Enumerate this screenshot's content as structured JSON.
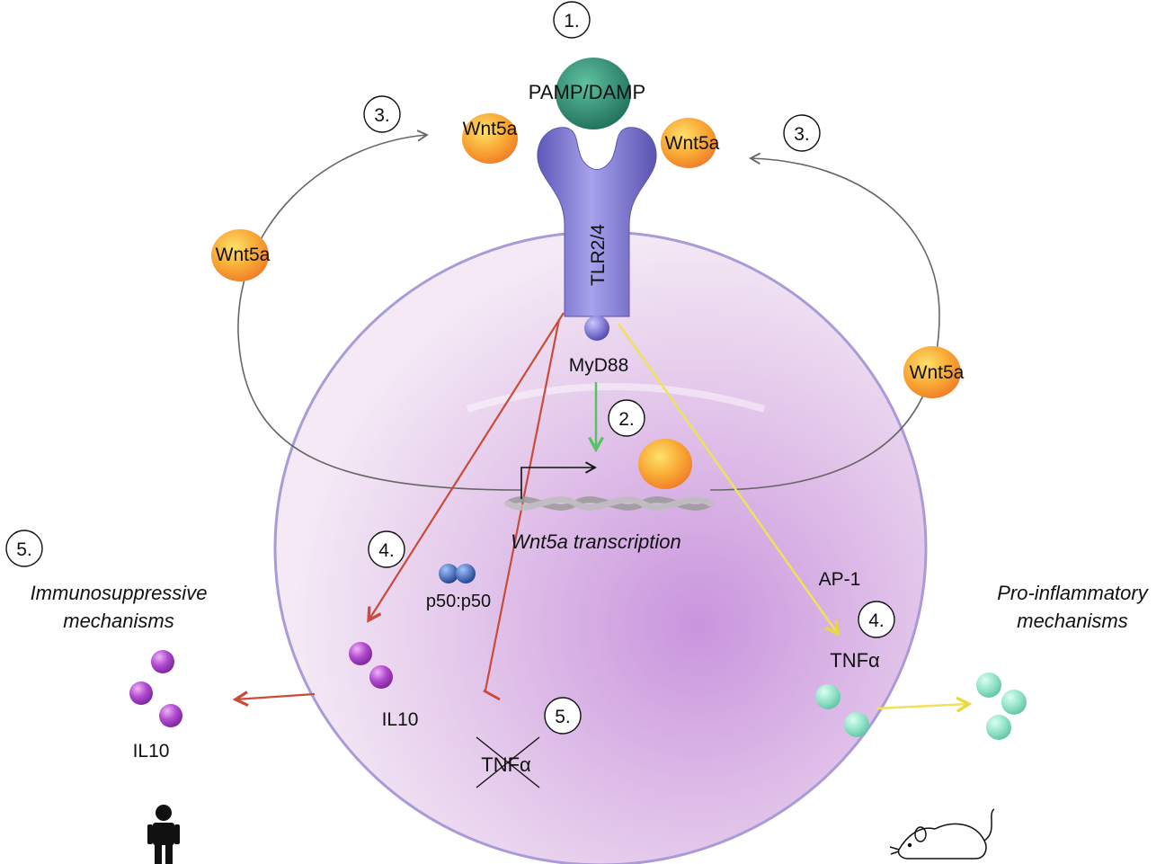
{
  "labels": {
    "pamp_damp": "PAMP/DAMP",
    "tlr": "TLR2/4",
    "myd88": "MyD88",
    "wnt5a": "Wnt5a",
    "wnt5a_transcription": "Wnt5a transcription",
    "p50": "p50:p50",
    "ap1": "AP-1",
    "tnfa": "TNFα",
    "il10": "IL10",
    "immuno_line1": "Immunosuppressive",
    "immuno_line2": "mechanisms",
    "proinf_line1": "Pro-inflammatory",
    "proinf_line2": "mechanisms"
  },
  "steps": {
    "s1": "1.",
    "s2": "2.",
    "s3": "3.",
    "s4": "4.",
    "s5": "5."
  },
  "colors": {
    "cell_fill": "#e6c9ec",
    "cell_stroke": "#a99ad8",
    "receptor": "#7f79cf",
    "pamp": "#2f8f73",
    "wnt5a": "#f7a12e",
    "il10": "#a43fbf",
    "tnfa": "#8fe0c6",
    "p50": "#2f5fb0",
    "inhibit_arrow": "#c94b3a",
    "activate_arrow": "#efe15a",
    "myd88_arrow": "#55c265",
    "loop_arrow": "#555555"
  },
  "icons": [
    "human-figure-icon",
    "mouse-icon"
  ]
}
